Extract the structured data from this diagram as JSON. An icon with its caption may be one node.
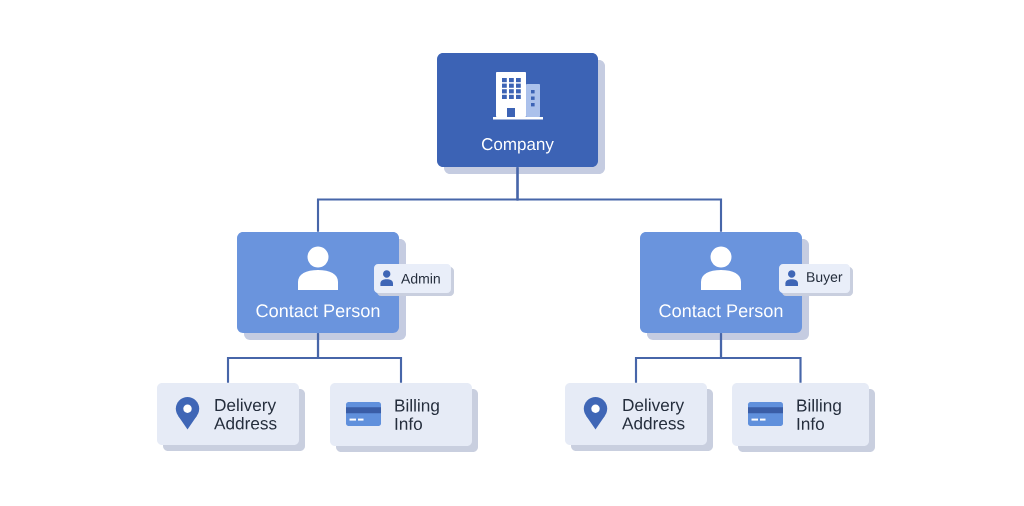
{
  "diagram": {
    "nodes": [
      {
        "text": [
          "Company"
        ]
      },
      {
        "text": [
          "Contact Person"
        ]
      },
      {
        "text": [
          "Admin"
        ]
      },
      {
        "text": [
          "Contact Person"
        ]
      },
      {
        "text": [
          "Buyer"
        ]
      },
      {
        "text": [
          "Delivery Address"
        ]
      },
      {
        "text": [
          "Billing Info"
        ]
      },
      {
        "text": [
          "Delivery Address"
        ]
      },
      {
        "text": [
          "Billing Info"
        ]
      }
    ],
    "edges": [
      {
        "from": 0,
        "to": 1,
        "arrow": "none"
      },
      {
        "from": 0,
        "to": 3,
        "arrow": "none"
      },
      {
        "from": 1,
        "to": 5,
        "arrow": "none"
      },
      {
        "from": 1,
        "to": 6,
        "arrow": "none"
      },
      {
        "from": 3,
        "to": 7,
        "arrow": "none"
      },
      {
        "from": 3,
        "to": 8,
        "arrow": "none"
      }
    ]
  }
}
